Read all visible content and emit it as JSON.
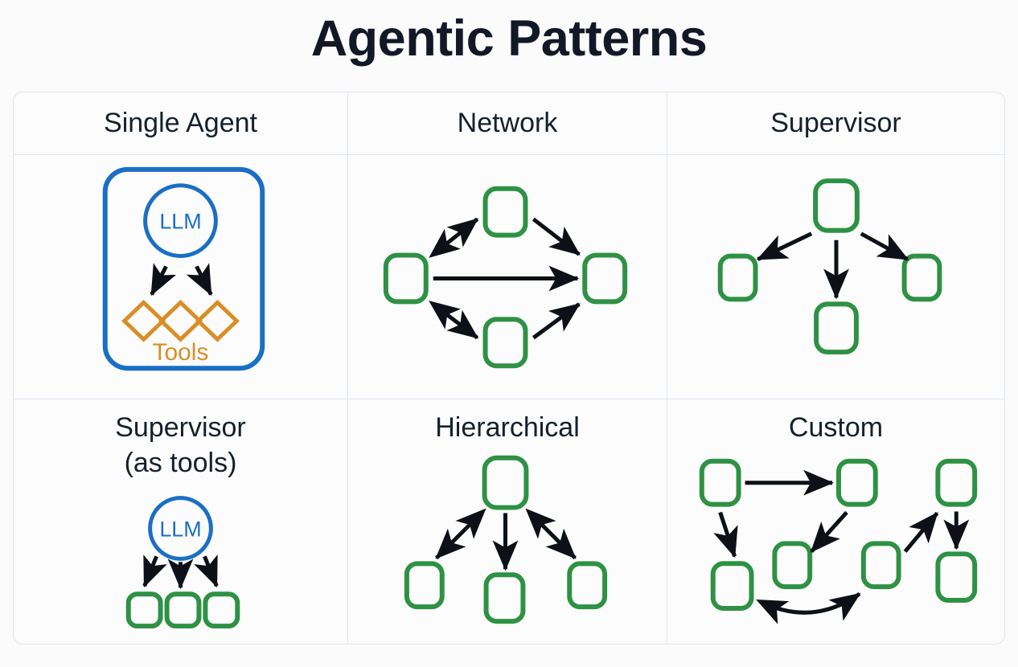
{
  "page": {
    "title": "Agentic Patterns",
    "background_color": "#fbfbfc",
    "title_color": "#121826"
  },
  "colors": {
    "agent_green": "#2e9144",
    "llm_blue": "#1a6fc4",
    "tools_orange": "#d98e26",
    "arrow_black": "#0d1117",
    "table_border": "#dfe6ee"
  },
  "table": {
    "columns": 3,
    "rows": 2,
    "headers": [
      "Single Agent",
      "Network",
      "Supervisor"
    ],
    "cells": [
      {
        "id": "single-agent",
        "title": "Single Agent",
        "title_in_header": true,
        "nodes": [
          {
            "name": "agent-container",
            "shape": "rounded-rect",
            "color": "#1a6fc4"
          },
          {
            "name": "llm-node",
            "shape": "circle",
            "label": "LLM",
            "color": "#1a6fc4"
          },
          {
            "name": "tool-diamond-1",
            "shape": "diamond",
            "color": "#d98e26"
          },
          {
            "name": "tool-diamond-2",
            "shape": "diamond",
            "color": "#d98e26"
          },
          {
            "name": "tool-diamond-3",
            "shape": "diamond",
            "color": "#d98e26"
          }
        ],
        "labels": [
          "LLM",
          "Tools"
        ],
        "edges": [
          {
            "from": "llm-node",
            "to": "tool-diamond-1",
            "direction": "one-way"
          },
          {
            "from": "llm-node",
            "to": "tool-diamond-3",
            "direction": "one-way"
          }
        ]
      },
      {
        "id": "network",
        "title": "Network",
        "title_in_header": true,
        "nodes": [
          {
            "name": "agent-node-left",
            "shape": "rounded-rect",
            "color": "#2e9144"
          },
          {
            "name": "agent-node-top",
            "shape": "rounded-rect",
            "color": "#2e9144"
          },
          {
            "name": "agent-node-right",
            "shape": "rounded-rect",
            "color": "#2e9144"
          },
          {
            "name": "agent-node-bottom",
            "shape": "rounded-rect",
            "color": "#2e9144"
          }
        ],
        "edges": [
          {
            "from": "agent-node-left",
            "to": "agent-node-top",
            "direction": "two-way"
          },
          {
            "from": "agent-node-top",
            "to": "agent-node-right",
            "direction": "one-way"
          },
          {
            "from": "agent-node-left",
            "to": "agent-node-right",
            "direction": "one-way"
          },
          {
            "from": "agent-node-left",
            "to": "agent-node-bottom",
            "direction": "two-way"
          },
          {
            "from": "agent-node-bottom",
            "to": "agent-node-right",
            "direction": "one-way"
          }
        ]
      },
      {
        "id": "supervisor",
        "title": "Supervisor",
        "title_in_header": true,
        "nodes": [
          {
            "name": "supervisor-node",
            "shape": "rounded-rect",
            "color": "#2e9144"
          },
          {
            "name": "agent-node-left",
            "shape": "rounded-rect",
            "color": "#2e9144"
          },
          {
            "name": "agent-node-center",
            "shape": "rounded-rect",
            "color": "#2e9144"
          },
          {
            "name": "agent-node-right",
            "shape": "rounded-rect",
            "color": "#2e9144"
          }
        ],
        "edges": [
          {
            "from": "supervisor-node",
            "to": "agent-node-left",
            "direction": "one-way"
          },
          {
            "from": "supervisor-node",
            "to": "agent-node-center",
            "direction": "one-way"
          },
          {
            "from": "supervisor-node",
            "to": "agent-node-right",
            "direction": "one-way"
          }
        ]
      },
      {
        "id": "supervisor-as-tools",
        "title": "Supervisor\n(as tools)",
        "title_in_header": false,
        "nodes": [
          {
            "name": "llm-node",
            "shape": "circle",
            "label": "LLM",
            "color": "#1a6fc4"
          },
          {
            "name": "agent-node-1",
            "shape": "rounded-rect",
            "color": "#2e9144"
          },
          {
            "name": "agent-node-2",
            "shape": "rounded-rect",
            "color": "#2e9144"
          },
          {
            "name": "agent-node-3",
            "shape": "rounded-rect",
            "color": "#2e9144"
          }
        ],
        "labels": [
          "LLM"
        ],
        "edges": [
          {
            "from": "llm-node",
            "to": "agent-node-1",
            "direction": "one-way"
          },
          {
            "from": "llm-node",
            "to": "agent-node-2",
            "direction": "one-way"
          },
          {
            "from": "llm-node",
            "to": "agent-node-3",
            "direction": "one-way"
          }
        ]
      },
      {
        "id": "hierarchical",
        "title": "Hierarchical",
        "title_in_header": false,
        "nodes": [
          {
            "name": "root-node",
            "shape": "rounded-rect",
            "color": "#2e9144"
          },
          {
            "name": "agent-node-left",
            "shape": "rounded-rect",
            "color": "#2e9144"
          },
          {
            "name": "agent-node-center",
            "shape": "rounded-rect",
            "color": "#2e9144"
          },
          {
            "name": "agent-node-right",
            "shape": "rounded-rect",
            "color": "#2e9144"
          }
        ],
        "edges": [
          {
            "from": "root-node",
            "to": "agent-node-left",
            "direction": "two-way"
          },
          {
            "from": "root-node",
            "to": "agent-node-center",
            "direction": "one-way"
          },
          {
            "from": "root-node",
            "to": "agent-node-right",
            "direction": "two-way"
          }
        ]
      },
      {
        "id": "custom",
        "title": "Custom",
        "title_in_header": false,
        "nodes": [
          {
            "name": "agent-node-a",
            "shape": "rounded-rect",
            "color": "#2e9144"
          },
          {
            "name": "agent-node-b",
            "shape": "rounded-rect",
            "color": "#2e9144"
          },
          {
            "name": "agent-node-c",
            "shape": "rounded-rect",
            "color": "#2e9144"
          },
          {
            "name": "agent-node-d",
            "shape": "rounded-rect",
            "color": "#2e9144"
          },
          {
            "name": "agent-node-e",
            "shape": "rounded-rect",
            "color": "#2e9144"
          },
          {
            "name": "agent-node-f",
            "shape": "rounded-rect",
            "color": "#2e9144"
          },
          {
            "name": "agent-node-g",
            "shape": "rounded-rect",
            "color": "#2e9144"
          }
        ],
        "edges": [
          {
            "from": "agent-node-a",
            "to": "agent-node-b",
            "direction": "one-way"
          },
          {
            "from": "agent-node-a",
            "to": "agent-node-d",
            "direction": "one-way"
          },
          {
            "from": "agent-node-b",
            "to": "agent-node-e",
            "direction": "one-way"
          },
          {
            "from": "agent-node-d",
            "to": "agent-node-f",
            "direction": "two-way"
          },
          {
            "from": "agent-node-f",
            "to": "agent-node-c",
            "direction": "one-way"
          },
          {
            "from": "agent-node-c",
            "to": "agent-node-g",
            "direction": "one-way"
          }
        ]
      }
    ]
  }
}
